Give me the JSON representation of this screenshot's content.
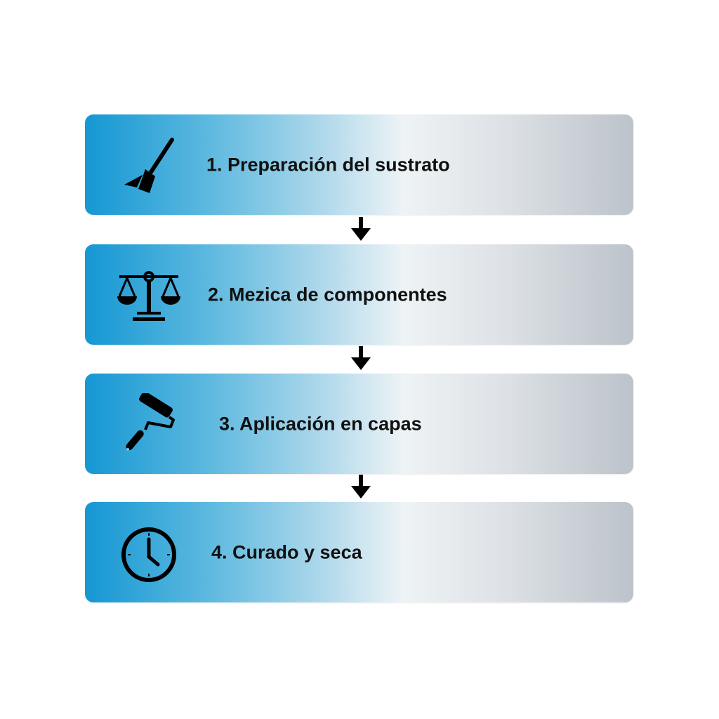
{
  "steps": [
    {
      "number": 1,
      "label": "1. Preparación del sustrato",
      "icon": "broom-icon"
    },
    {
      "number": 2,
      "label": "2. Mezica de componentes",
      "icon": "balance-scale-icon"
    },
    {
      "number": 3,
      "label": "3. Aplicación en capas",
      "icon": "paint-roller-icon"
    },
    {
      "number": 4,
      "label": "4. Curado y seca",
      "icon": "clock-icon"
    }
  ],
  "colors": {
    "gradient_start": "#1597d3",
    "gradient_mid": "#eef3f6",
    "gradient_end": "#bcc3ca",
    "text": "#111111"
  }
}
